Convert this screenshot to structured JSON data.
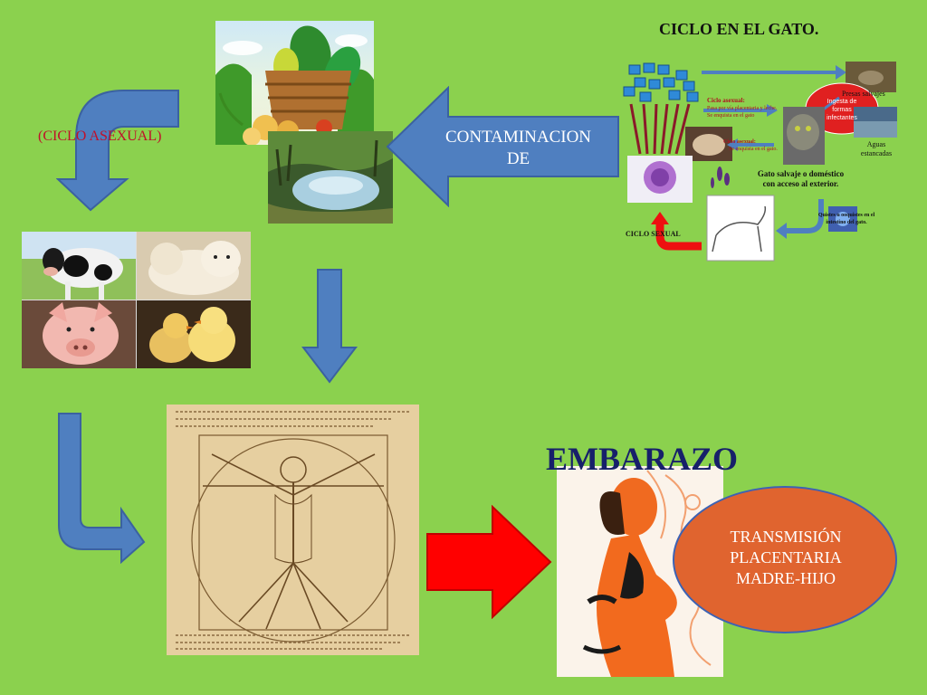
{
  "titles": {
    "cycle_cat": "CICLO EN EL GATO.",
    "asexual_cycle": "(CICLO ASEXUAL)",
    "contamination": "CONTAMINACION\nDE",
    "pregnancy": "EMBARAZO",
    "transmission": "TRANSMISIÓN PLACENTARIA MADRE-HIJO"
  },
  "cat_cycle": {
    "prey": "Presas salvajes",
    "ingestion": "Ingesta de formas infectantes",
    "water": "Aguas estancadas",
    "asexual_1_title": "Ciclo asexual:",
    "asexual_1_text": "Pasa por vía placentaria y leche. Se enquista en el gato",
    "asexual_2_title": "Ciclo asexual:",
    "asexual_2_text": "Se enquista en el gato.",
    "cat_host": "Gato salvaje o doméstico con acceso al exterior.",
    "cysts": "Quistes u ooquistes en el intestino del gato.",
    "sexual_cycle": "CICLO SEXUAL"
  },
  "colors": {
    "background": "#8bd14e",
    "blue_arrow": "#4f7fc0",
    "red_arrow": "#ff0000",
    "oval_fill": "#e0642f",
    "oval_border": "#3d62b3",
    "title_dark": "#17206a",
    "label_red": "#c0102a"
  },
  "icons": {
    "vegetables": "vegetable-basket-image",
    "pond": "pond-image",
    "animals": "farm-animals-image",
    "vitruvian": "vitruvian-man-image",
    "pregnant": "pregnant-woman-image"
  }
}
